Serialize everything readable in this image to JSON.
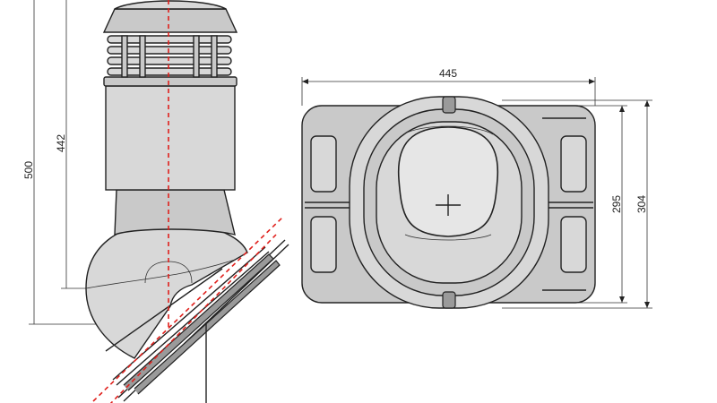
{
  "dimensions": {
    "total_height": "500",
    "body_height": "442",
    "base_width": "445",
    "base_depth_outer": "304",
    "base_depth_inner": "295"
  },
  "colors": {
    "line": "#222222",
    "axis": "#e0201c",
    "body_fill": "#d8d8d8",
    "base_fill": "#c9c9c9",
    "window_fill": "#e6e6e6"
  }
}
